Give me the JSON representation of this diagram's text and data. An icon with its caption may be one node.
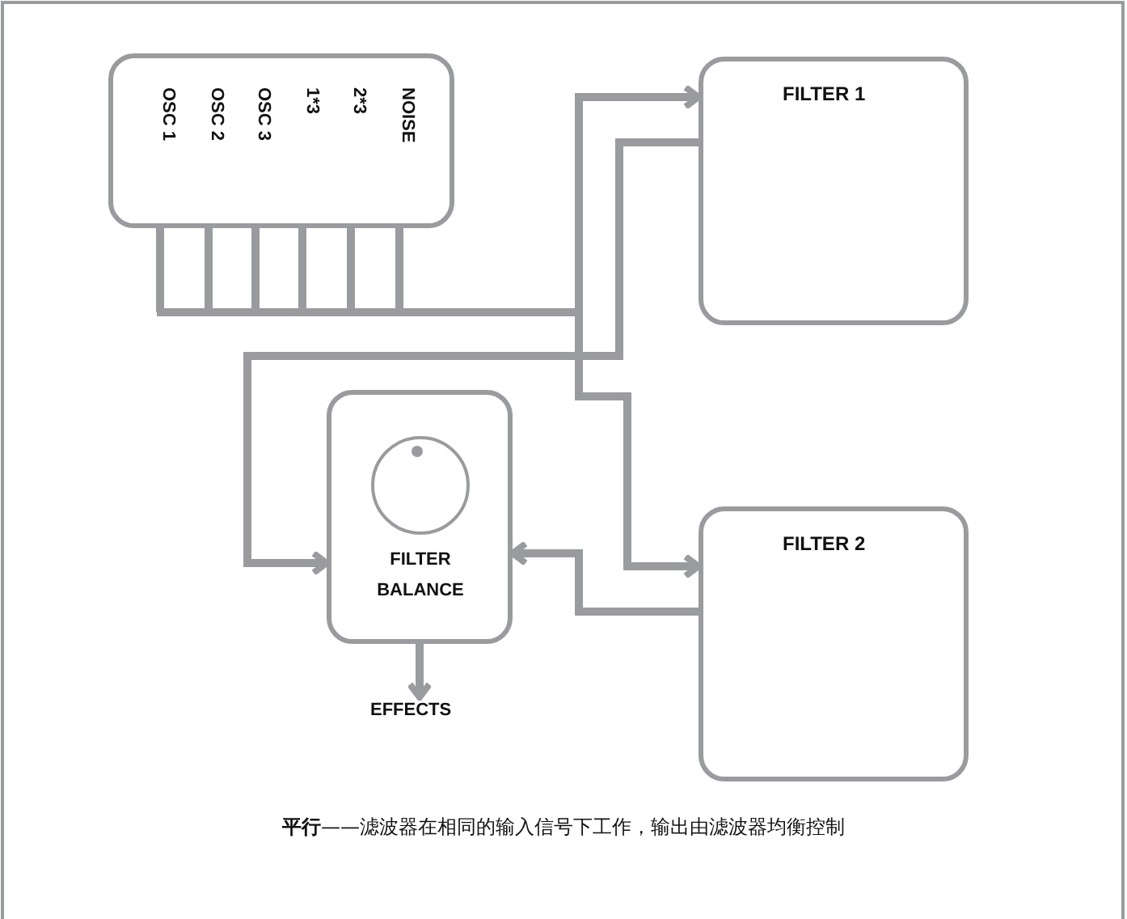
{
  "diagram": {
    "caption": "**平行**——滤波器在相同的输入信号下工作，输出由滤波器均衡控制",
    "nodes": [
      {
        "text": [
          "OSC 1",
          "OSC 2",
          "OSC 3",
          "1*3",
          "2*3",
          "NOISE"
        ]
      },
      {
        "text": [
          "FILTER 1"
        ]
      },
      {
        "text": [
          "FILTER 2"
        ]
      },
      {
        "text": [
          "FILTER BALANCE"
        ]
      },
      {
        "text": [
          "EFFECTS"
        ]
      }
    ],
    "edges": [
      {
        "from": 0,
        "to": 1,
        "arrow": "to"
      },
      {
        "from": 0,
        "to": 2,
        "arrow": "to"
      },
      {
        "from": 1,
        "to": 3,
        "arrow": "to"
      },
      {
        "from": 2,
        "to": 3,
        "arrow": "to"
      },
      {
        "from": 3,
        "to": 4,
        "arrow": "to"
      }
    ]
  }
}
